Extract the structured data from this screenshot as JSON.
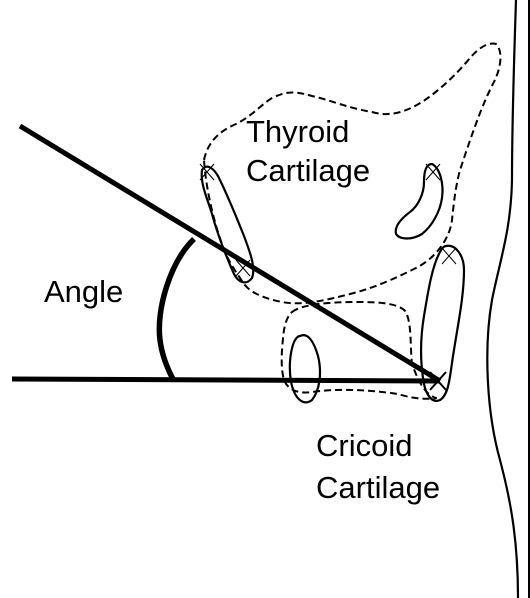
{
  "labels": {
    "thyroid_line1": "Thyroid",
    "thyroid_line2": "Cartilage",
    "angle": "Angle",
    "cricoid_line1": "Cricoid",
    "cricoid_line2": "Cartilage"
  },
  "colors": {
    "ink": "#000000",
    "background": "#ffffff"
  }
}
